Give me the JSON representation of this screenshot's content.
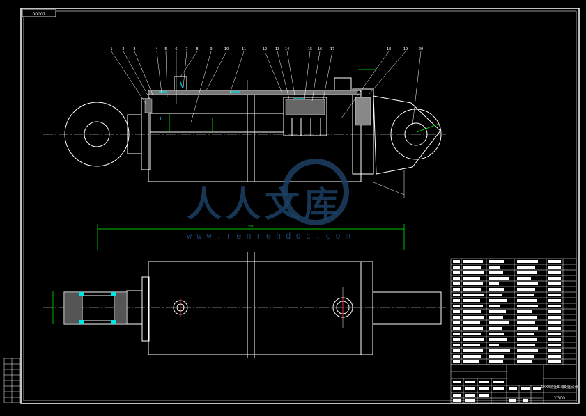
{
  "drawing": {
    "corner_code": "00001",
    "title_block_name": "1XXX液压缸装配图设计",
    "drawing_number": "YG00",
    "dimension_length": "300",
    "balloons_top_left": [
      "1",
      "2",
      "3",
      "4",
      "5",
      "6",
      "7",
      "8",
      "9",
      "10",
      "11"
    ],
    "balloons_top_right": [
      "12",
      "13",
      "14",
      "15",
      "16",
      "17"
    ],
    "balloons_far_right": [
      "18",
      "19",
      "20"
    ]
  },
  "watermark": {
    "title": "人人文库",
    "url": "www.renrendoc.com"
  },
  "colors": {
    "line": "#ffffff",
    "accent_cyan": "#00e5e5",
    "accent_green": "#00ff00",
    "accent_red": "#ff2020",
    "watermark": "#1c3f63",
    "background": "#000000"
  }
}
